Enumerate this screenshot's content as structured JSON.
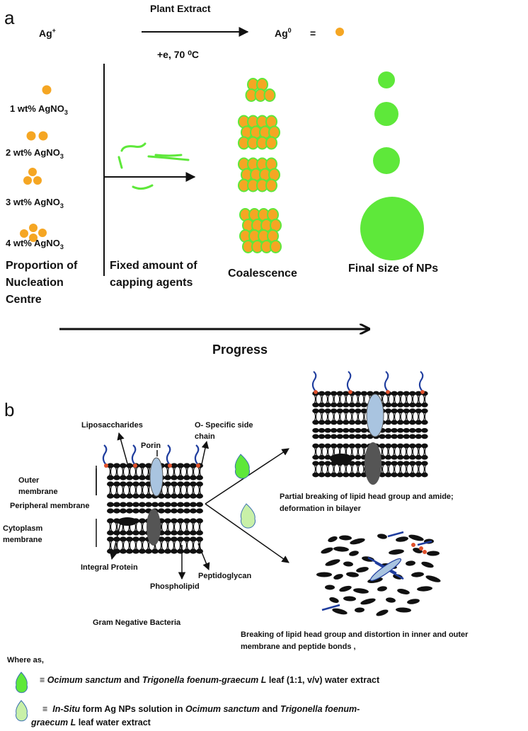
{
  "panel_a": {
    "label": "a",
    "reaction": {
      "reactant": "Ag",
      "reactant_sup": "+",
      "top_label": "Plant Extract",
      "bottom_label": "+e, 70 ⁰C",
      "product": "Ag",
      "product_sup": "0",
      "equals": "="
    },
    "nucleation": [
      {
        "text": "1 wt% AgNO",
        "sub": "3",
        "count": 1
      },
      {
        "text": "2 wt% AgNO",
        "sub": "3",
        "count": 2
      },
      {
        "text": "3 wt% AgNO",
        "sub": "3",
        "count": 3
      },
      {
        "text": "4 wt% AgNO",
        "sub": "3",
        "count": 4
      }
    ],
    "stage_labels": {
      "nucleation": [
        "Proportion of",
        "Nucleation",
        "Centre"
      ],
      "capping": [
        "Fixed amount of",
        "capping agents"
      ],
      "coalescence": "Coalescence",
      "final": "Final size of NPs"
    },
    "progress_label": "Progress"
  },
  "panel_b": {
    "label": "b",
    "labels": {
      "liposaccharides": "Liposaccharides",
      "porin": "Porin",
      "o_specific": [
        "O- Specific side",
        "chain"
      ],
      "outer": [
        "Outer",
        "membrane"
      ],
      "peripheral": "Peripheral membrane",
      "cytoplasm": [
        "Cytoplasm",
        "membrane"
      ],
      "integral_protein": "Integral Protein",
      "phospholipid": "Phospholipid",
      "peptidoglycan": "Peptidoglycan",
      "gram_negative": "Gram Negative Bacteria",
      "partial": [
        "Partial breaking of lipid head group and amide;",
        "deformation in bilayer"
      ],
      "breaking": [
        "Breaking of lipid head group and distortion in inner and outer",
        "membrane and peptide bonds ,"
      ]
    },
    "legend": {
      "title": "Where as,",
      "item1": {
        "sym": "≡",
        "i1": "Ocimum sanctum",
        "t1": " and ",
        "i2": "Trigonella foenum-graecum L",
        "t2": " leaf (1:1, v/v) water extract"
      },
      "item2": {
        "sym": "≡",
        "i1": "In-Situ",
        "t1": " form Ag NPs solution in ",
        "i2": "Ocimum sanctum",
        "t2": " and ",
        "i3": "Trigonella foenum-",
        "i4": "graecum L",
        "t3": " leaf water extract"
      }
    }
  },
  "colors": {
    "silver_np": "#f5a623",
    "capping_green": "#5ee83a",
    "light_green": "#c8f0a8",
    "porin_blue": "#a9c4e0",
    "tail_blue": "#1f3d9e",
    "head_red": "#e0502a"
  }
}
